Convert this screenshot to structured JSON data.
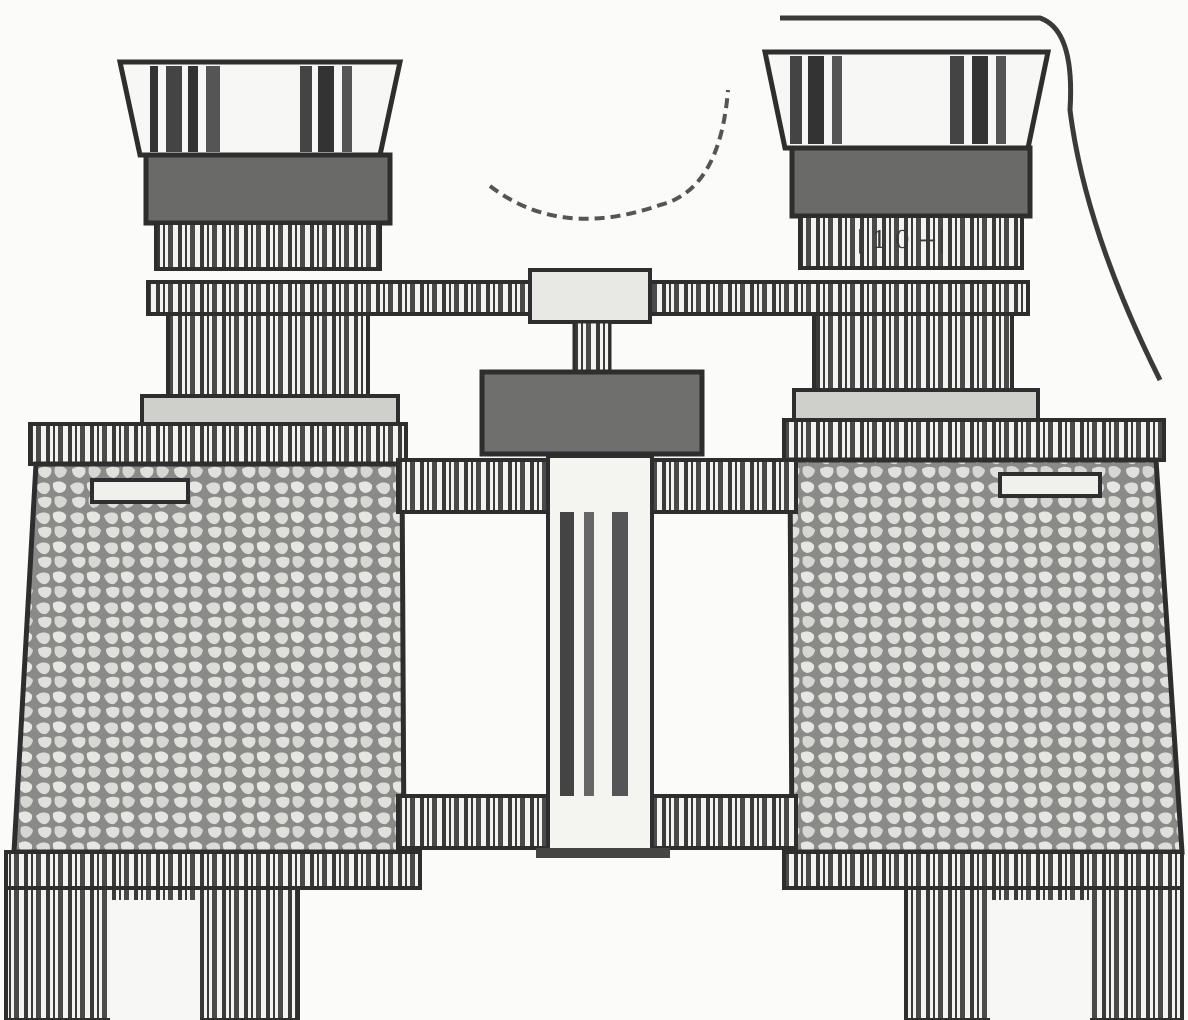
{
  "illustration": {
    "subject": "binoculars-engraving",
    "style": "monochrome-woodcut",
    "ink_color": "#2e2e2e",
    "paper_color": "#fbfbfa",
    "dark_fill": "#555555",
    "mid_fill": "#7a7a7a",
    "light_fill": "#ededea"
  },
  "diopter_scale": {
    "marks": [
      "| 1 0 +| "
    ]
  }
}
